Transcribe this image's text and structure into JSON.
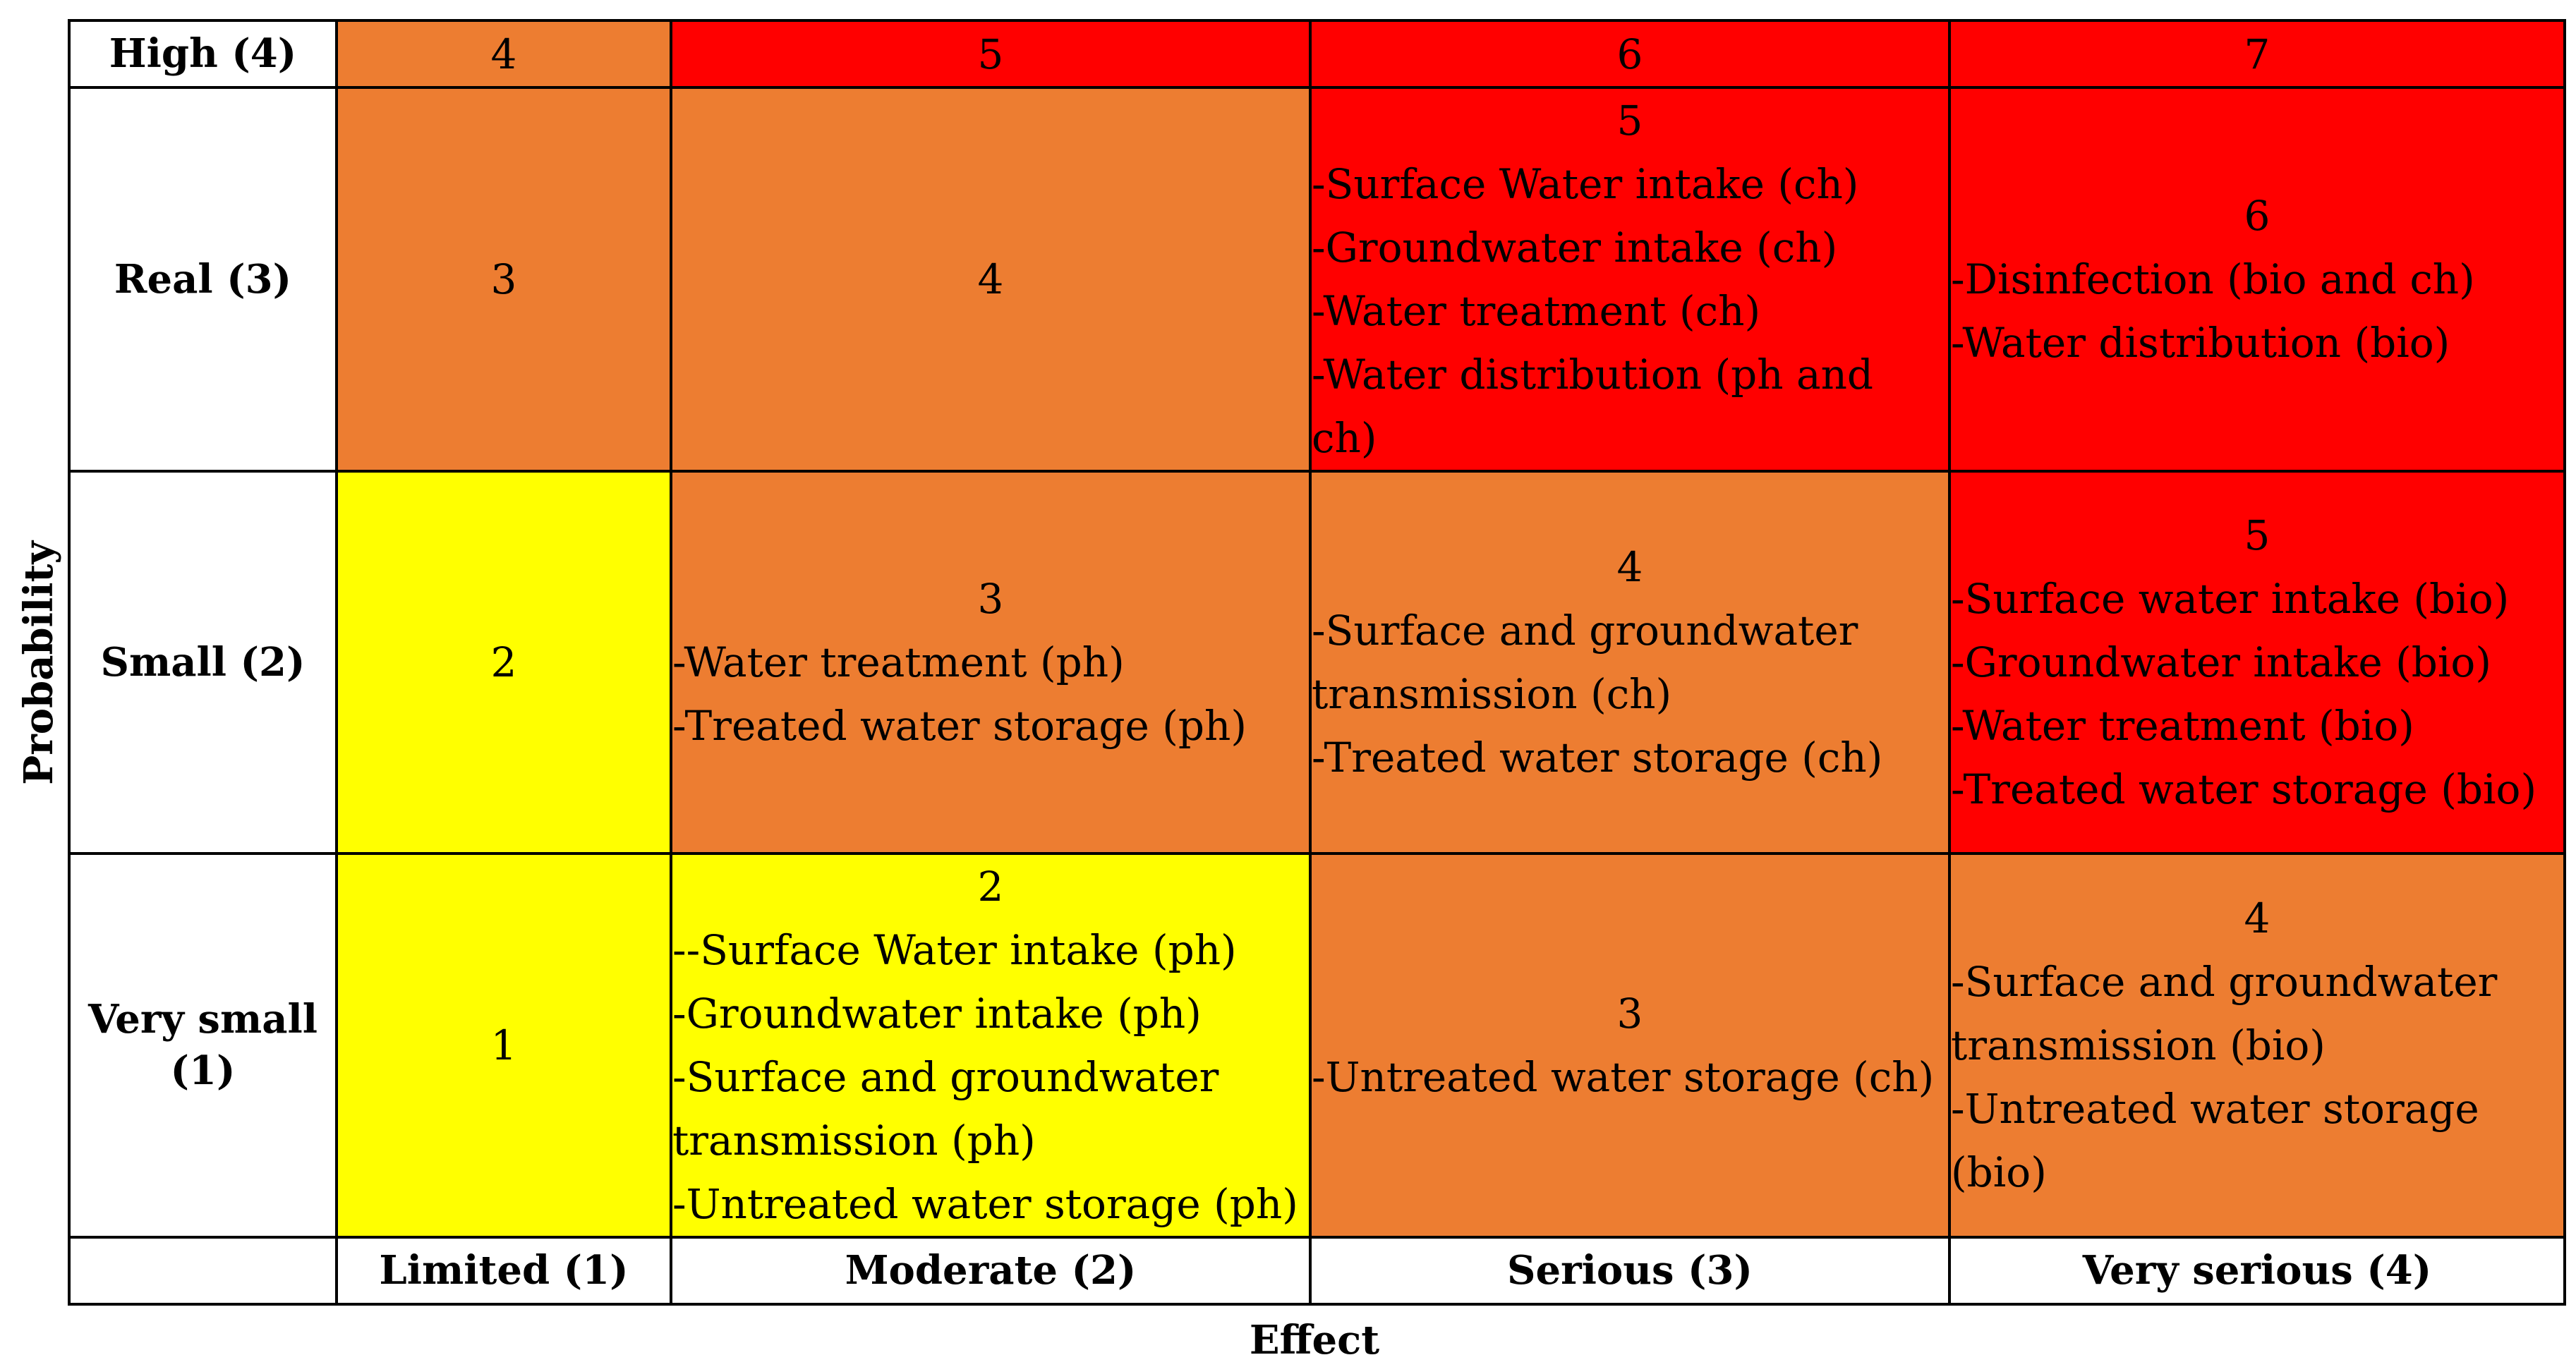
{
  "colors": {
    "yellow": "#ffff00",
    "orange": "#ed7d31",
    "red": "#ff0000"
  },
  "axes": {
    "y_title": "Probability",
    "x_title": "Effect"
  },
  "rows": [
    {
      "label": "High (4)",
      "cells": [
        {
          "score": "4",
          "color": "#ed7d31",
          "items": []
        },
        {
          "score": "5",
          "color": "#ff0000",
          "items": []
        },
        {
          "score": "6",
          "color": "#ff0000",
          "items": []
        },
        {
          "score": "7",
          "color": "#ff0000",
          "items": []
        }
      ]
    },
    {
      "label": "Real (3)",
      "cells": [
        {
          "score": "3",
          "color": "#ed7d31",
          "items": []
        },
        {
          "score": "4",
          "color": "#ed7d31",
          "items": []
        },
        {
          "score": "5",
          "color": "#ff0000",
          "items": [
            "-Surface Water intake (ch)",
            "-Groundwater intake (ch)",
            "-Water treatment (ch)",
            "-Water distribution (ph and ch)"
          ]
        },
        {
          "score": "6",
          "color": "#ff0000",
          "items": [
            "-Disinfection (bio and ch)",
            "-Water distribution (bio)"
          ]
        }
      ]
    },
    {
      "label": "Small (2)",
      "cells": [
        {
          "score": "2",
          "color": "#ffff00",
          "items": []
        },
        {
          "score": "3",
          "color": "#ed7d31",
          "items": [
            "-Water treatment (ph)",
            "-Treated water storage (ph)"
          ]
        },
        {
          "score": "4",
          "color": "#ed7d31",
          "items": [
            "-Surface and groundwater transmission (ch)",
            "-Treated water storage (ch)"
          ]
        },
        {
          "score": "5",
          "color": "#ff0000",
          "items": [
            "-Surface water intake (bio)",
            "-Groundwater intake (bio)",
            "-Water treatment (bio)",
            "-Treated water storage (bio)"
          ]
        }
      ]
    },
    {
      "label": "Very small (1)",
      "cells": [
        {
          "score": "1",
          "color": "#ffff00",
          "items": []
        },
        {
          "score": "2",
          "color": "#ffff00",
          "items": [
            "--Surface Water intake (ph)",
            "-Groundwater intake (ph)",
            "-Surface and groundwater transmission (ph)",
            "-Untreated water storage (ph)"
          ]
        },
        {
          "score": "3",
          "color": "#ed7d31",
          "items": [
            "-Untreated water storage (ch)"
          ]
        },
        {
          "score": "4",
          "color": "#ed7d31",
          "items": [
            "-Surface and groundwater transmission (bio)",
            "-Untreated water storage (bio)"
          ]
        }
      ]
    }
  ],
  "columns": [
    "Limited (1)",
    "Moderate (2)",
    "Serious (3)",
    "Very serious (4)"
  ]
}
